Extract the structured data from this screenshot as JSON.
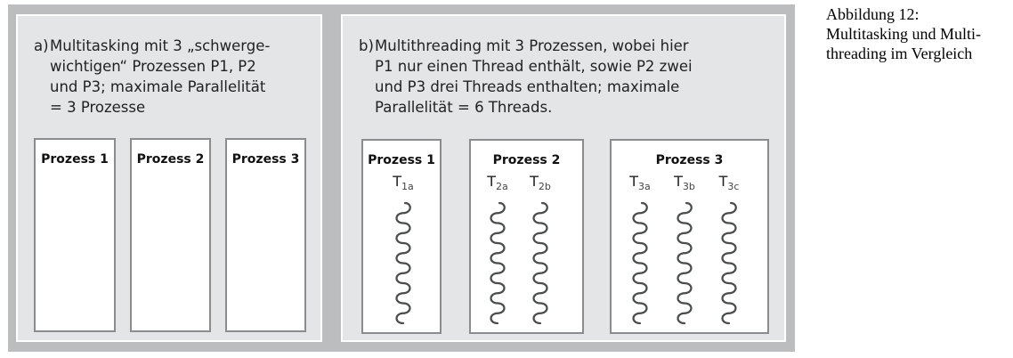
{
  "panel_a": {
    "label": "a)",
    "lines": [
      "Multitasking mit 3 „schwerge-",
      "wichtigen“ Prozessen P1, P2",
      "und P3; maximale Parallelität",
      "= 3 Prozesse"
    ],
    "processes": [
      "Prozess 1",
      "Prozess 2",
      "Prozess 3"
    ]
  },
  "panel_b": {
    "label": "b)",
    "lines": [
      "Multithreading mit 3 Prozessen, wobei hier",
      "P1 nur einen Thread enthält, sowie P2 zwei",
      "und P3 drei Threads enthalten; maximale",
      "Parallelität = 6 Threads."
    ],
    "processes": [
      {
        "title": "Prozess 1",
        "threads": [
          {
            "base": "T",
            "sub": "1a"
          }
        ]
      },
      {
        "title": "Prozess 2",
        "threads": [
          {
            "base": "T",
            "sub": "2a"
          },
          {
            "base": "T",
            "sub": "2b"
          }
        ]
      },
      {
        "title": "Prozess 3",
        "threads": [
          {
            "base": "T",
            "sub": "3a"
          },
          {
            "base": "T",
            "sub": "3b"
          },
          {
            "base": "T",
            "sub": "3c"
          }
        ]
      }
    ]
  },
  "caption": [
    "Abbildung 12:",
    "Multitasking und Multi-",
    "threading im Vergleich"
  ]
}
